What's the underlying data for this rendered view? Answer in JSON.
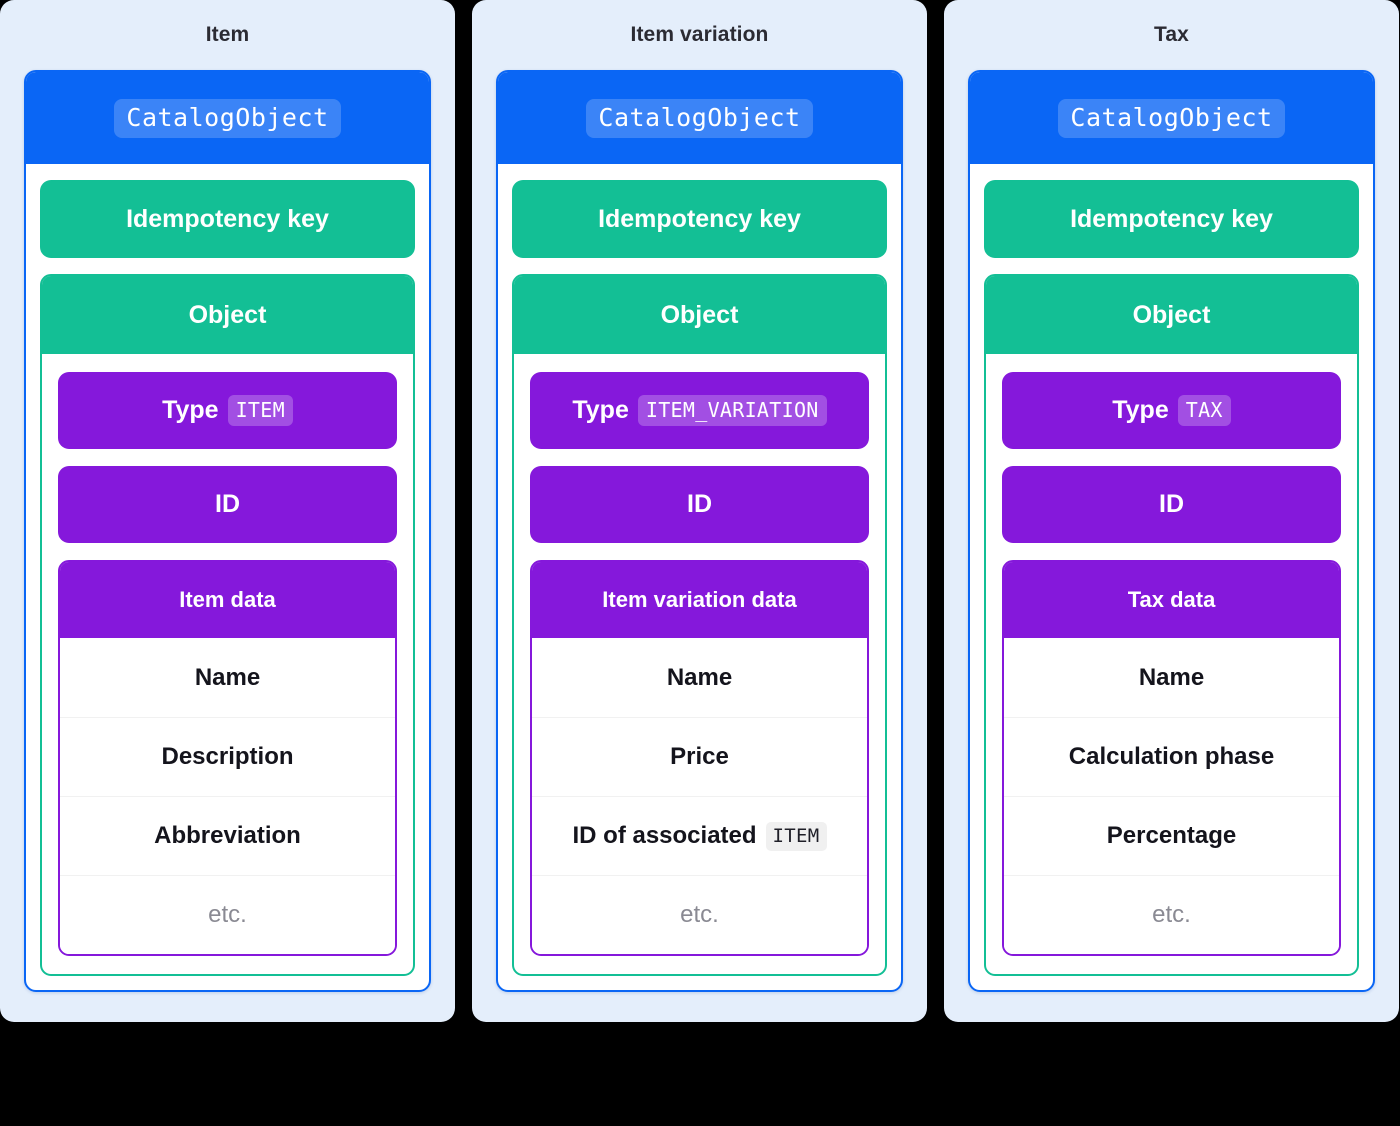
{
  "diagram": {
    "title_semantic": "Square Catalog API object structure",
    "colors": {
      "page_background": "#000000",
      "column_background": "#E4EEFB",
      "catalog_blue": "#0A66F5",
      "object_green": "#13BF95",
      "data_purple": "#8518DB",
      "row_divider": "#F1F1F1",
      "muted_text": "#8A8A93",
      "body_text": "#14141C"
    },
    "columns": [
      {
        "title": "Item",
        "catalog_object_label": "CatalogObject",
        "idempotency_key_label": "Idempotency key",
        "object_label": "Object",
        "type_label": "Type",
        "type_value": "ITEM",
        "id_label": "ID",
        "data_header": "Item data",
        "data_rows": [
          {
            "text": "Name",
            "code": "",
            "muted": false
          },
          {
            "text": "Description",
            "code": "",
            "muted": false
          },
          {
            "text": "Abbreviation",
            "code": "",
            "muted": false
          },
          {
            "text": "etc.",
            "code": "",
            "muted": true
          }
        ]
      },
      {
        "title": "Item variation",
        "catalog_object_label": "CatalogObject",
        "idempotency_key_label": "Idempotency key",
        "object_label": "Object",
        "type_label": "Type",
        "type_value": "ITEM_VARIATION",
        "id_label": "ID",
        "data_header": "Item variation data",
        "data_rows": [
          {
            "text": "Name",
            "code": "",
            "muted": false
          },
          {
            "text": "Price",
            "code": "",
            "muted": false
          },
          {
            "text": "ID of associated",
            "code": "ITEM",
            "muted": false
          },
          {
            "text": "etc.",
            "code": "",
            "muted": true
          }
        ]
      },
      {
        "title": "Tax",
        "catalog_object_label": "CatalogObject",
        "idempotency_key_label": "Idempotency key",
        "object_label": "Object",
        "type_label": "Type",
        "type_value": "TAX",
        "id_label": "ID",
        "data_header": "Tax data",
        "data_rows": [
          {
            "text": "Name",
            "code": "",
            "muted": false
          },
          {
            "text": "Calculation phase",
            "code": "",
            "muted": false
          },
          {
            "text": "Percentage",
            "code": "",
            "muted": false
          },
          {
            "text": "etc.",
            "code": "",
            "muted": true
          }
        ]
      }
    ]
  }
}
